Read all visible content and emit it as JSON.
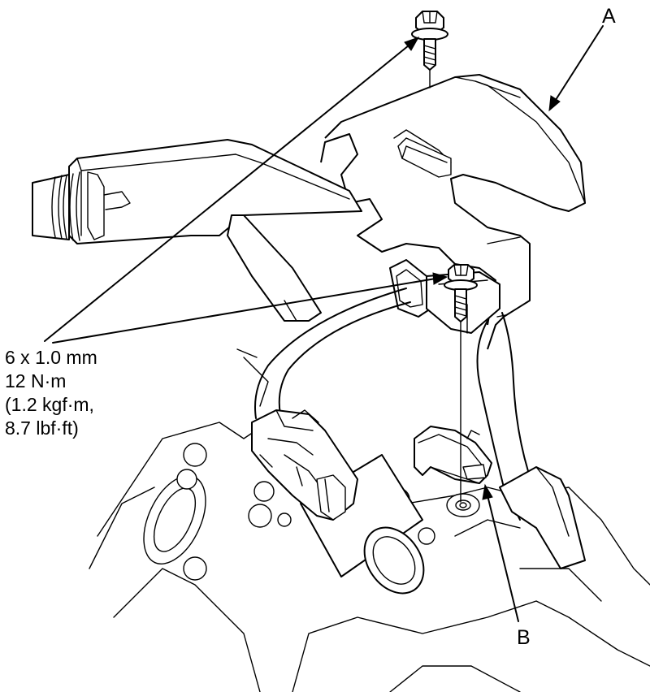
{
  "callouts": {
    "a": "A",
    "b": "B"
  },
  "torque_spec": {
    "bolt_size": "6 x 1.0 mm",
    "torque_nm": "12 N·m",
    "torque_kgf": "(1.2 kgf·m,",
    "torque_lbf": "8.7 lbf·ft)"
  },
  "colors": {
    "line": "#000000",
    "background": "#ffffff"
  }
}
